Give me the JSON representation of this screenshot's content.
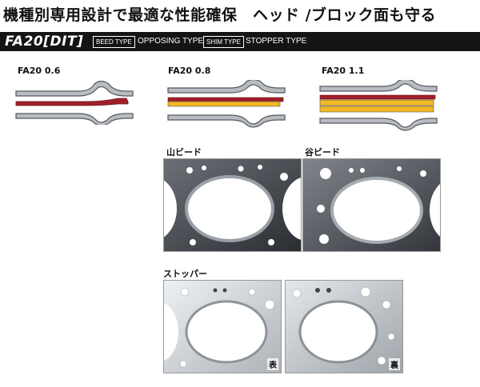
{
  "header": {
    "headline": "機種別専用設計で最適な性能確保　ヘッド /ブロック面も守る"
  },
  "model_bar": {
    "model": "FA20[DIT]",
    "bead_tag": "BEED TYPE",
    "bead_value": "OPPOSING TYPE",
    "shim_tag": "SHIM TYPE",
    "shim_value": "STOPPER TYPE"
  },
  "diagrams": [
    {
      "label": "FA20 0.6"
    },
    {
      "label": "FA20 0.8"
    },
    {
      "label": "FA20 1.1"
    }
  ],
  "photos": {
    "mountain_bead": "山ビード",
    "valley_bead": "谷ビード",
    "stopper": "ストッパー",
    "front": "表",
    "back": "裏"
  },
  "colors": {
    "steel": "#b8bcc0",
    "steel_edge": "#555a60",
    "shim_red": "#a0202a",
    "shim_yellow": "#f2b824",
    "bar_bg": "#141414"
  }
}
